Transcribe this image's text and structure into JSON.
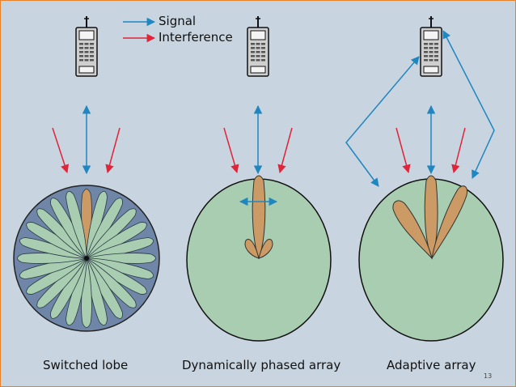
{
  "legend": {
    "signal_label": "Signal",
    "interference_label": "Interference",
    "signal_color": "#1f86c0",
    "interference_color": "#e0243a"
  },
  "panels": [
    {
      "caption": "Switched lobe"
    },
    {
      "caption": "Dynamically phased array"
    },
    {
      "caption": "Adaptive array"
    }
  ],
  "colors": {
    "background": "#c8d4df",
    "cell": "#a8cdb0",
    "lobe": "#cc9a64",
    "sector_ring": "#6f86a8",
    "phone_body": "#cfcfcf",
    "border": "#e8822a"
  },
  "switched_lobe_count": 24,
  "page_number": "13"
}
